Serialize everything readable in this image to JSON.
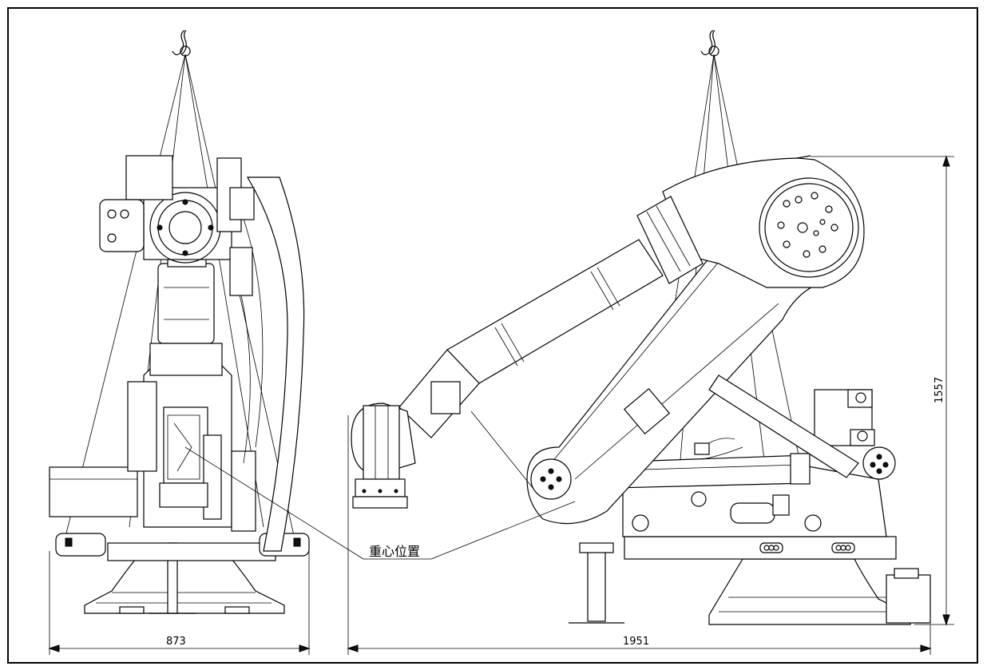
{
  "drawing": {
    "cog_label": "重心位置",
    "dimensions": {
      "front_width": "873",
      "side_width": "1951",
      "side_height": "1557"
    }
  },
  "colors": {
    "line": "#000000",
    "background": "#ffffff"
  },
  "icons": [
    "lifting-hook-icon"
  ]
}
